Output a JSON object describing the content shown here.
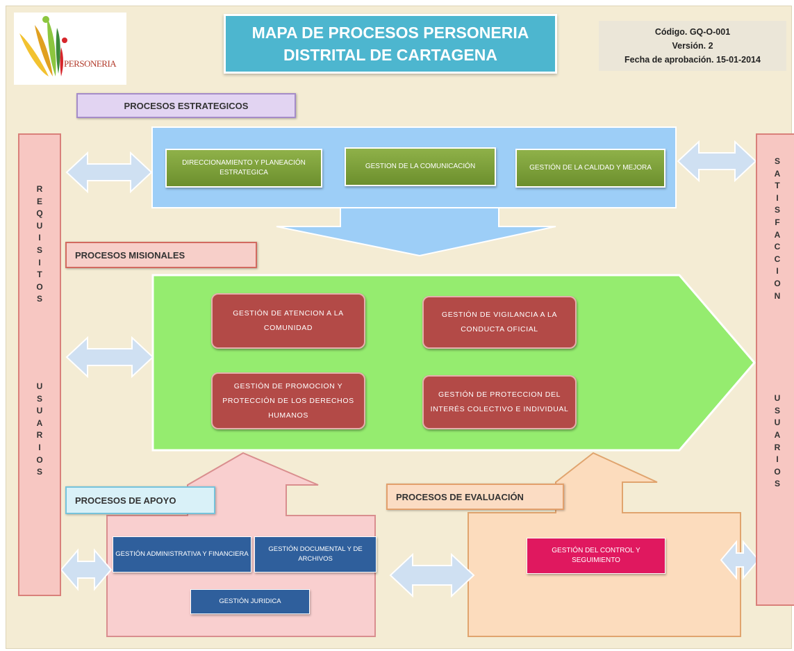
{
  "header": {
    "logo_text": "PERSONERIA",
    "title_line1": "MAPA  DE PROCESOS PERSONERIA",
    "title_line2": "DISTRITAL DE CARTAGENA",
    "code": "Código. GQ-O-001",
    "version": "Versión. 2",
    "approval_date": "Fecha de aprobación. 15-01-2014"
  },
  "sections": {
    "strategic": "PROCESOS ESTRATEGICOS",
    "missional": "PROCESOS  MISIONALES",
    "support": "PROCESOS DE APOYO",
    "evaluation": "PROCESOS  DE EVALUACIÓN"
  },
  "left_bar": {
    "word1": [
      "R",
      "E",
      "Q",
      "U",
      "I",
      "S",
      "I",
      "T",
      "O",
      "S"
    ],
    "word2": [
      "U",
      "S",
      "U",
      "A",
      "R",
      "I",
      "O",
      "S"
    ]
  },
  "right_bar": {
    "word1": [
      "S",
      "A",
      "T",
      "I",
      "S",
      "F",
      "A",
      "C",
      "C",
      "I",
      "O",
      "N"
    ],
    "word2": [
      "U",
      "S",
      "U",
      "A",
      "R",
      "I",
      "O",
      "S"
    ]
  },
  "strategic_processes": [
    "DIRECCIONAMIENTO Y PLANEACIÓN ESTRATEGICA",
    "GESTION DE LA COMUNICACIÓN",
    "GESTIÓN DE LA CALIDAD Y MEJORA"
  ],
  "missional_processes": [
    "GESTIÓN  DE ATENCION A LA COMUNIDAD",
    "GESTIÓN  DE VIGILANCIA A LA CONDUCTA OFICIAL",
    "GESTIÓN  DE PROMOCION Y PROTECCIÓN DE LOS DERECHOS  HUMANOS",
    "GESTIÓN  DE PROTECCION DEL INTERÉS COLECTIVO E INDIVIDUAL"
  ],
  "support_processes": [
    "GESTIÓN ADMINISTRATIVA Y FINANCIERA",
    "GESTIÓN DOCUMENTAL Y DE ARCHIVOS",
    "GESTIÓN JURIDICA"
  ],
  "evaluation_processes": [
    "GESTIÓN DEL CONTROL Y SEGUIMIENTO"
  ],
  "colors": {
    "background": "#f4ecd4",
    "strategic_panel": "#9dcef7",
    "missional_arrow": "#95ec6f",
    "support_arrow": "#f9cfcf",
    "evaluation_arrow": "#fcdcbd",
    "connector_arrow": "#cfe0f2"
  }
}
